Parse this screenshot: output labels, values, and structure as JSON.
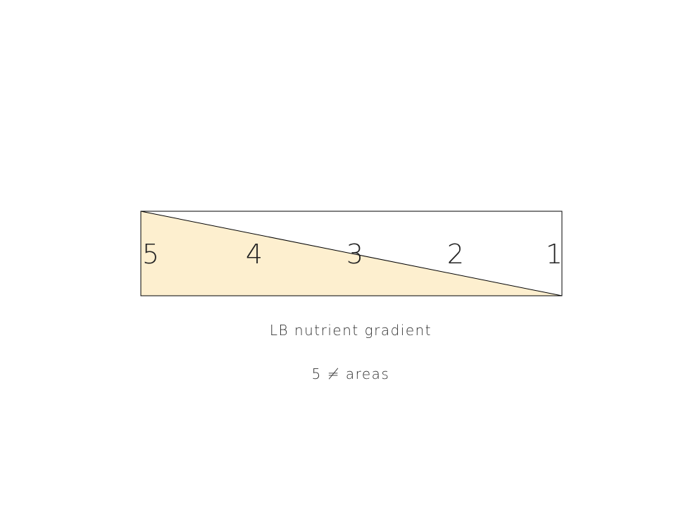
{
  "diagram": {
    "area_labels": [
      "5",
      "4",
      "3",
      "2",
      "1"
    ],
    "caption": "LB nutrient gradient",
    "subcaption": "5 ≠ areas",
    "colors": {
      "fill": "#fdefcf",
      "outline": "#000000",
      "background": "#ffffff"
    }
  }
}
